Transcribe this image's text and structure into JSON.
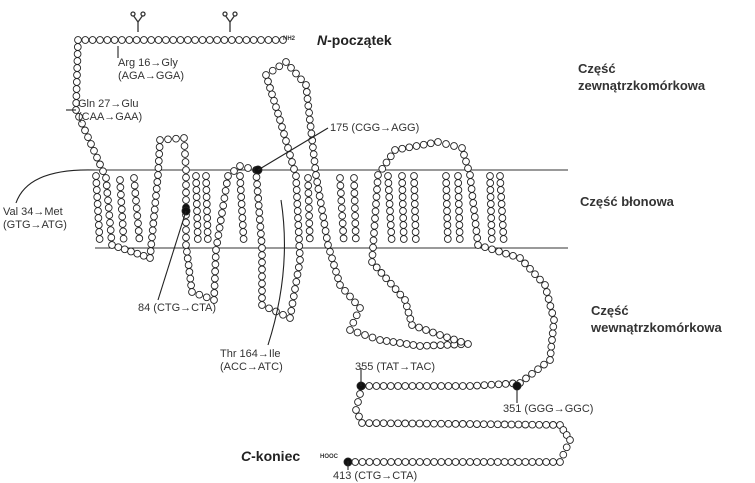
{
  "terminals": {
    "n_prefix": "N",
    "n_rest": "-początek",
    "n_code": "NH2",
    "c_prefix": "C",
    "c_rest": "-koniec",
    "c_code": "HOOC"
  },
  "regions": {
    "extracellular_1": "Część",
    "extracellular_2": "zewnątrzkomórkowa",
    "membrane": "Część błonowa",
    "intracellular_1": "Część",
    "intracellular_2": "wewnątrzkomórkowa"
  },
  "mutations": {
    "arg16_a": "Arg 16→Gly",
    "arg16_b": "(AGA→GGA)",
    "gln27_a": "Gln 27→Glu",
    "gln27_b": "(CAA→GAA)",
    "val34_a": "Val 34→Met",
    "val34_b": "(GTG→ATG)",
    "pos84": "84 (CTG→CTA)",
    "thr164_a": "Thr 164→Ile",
    "thr164_b": "(ACC→ATC)",
    "pos175": "175 (CGG→AGG)",
    "pos355": "355 (TAT→TAC)",
    "pos351": "351 (GGG→GGC)",
    "pos413": "413 (CTG→CTA)"
  },
  "colors": {
    "line": "#222222",
    "mutated_residue": "#111111",
    "residue_fill": "#ffffff"
  },
  "icons": [
    "glycosylation-site-icon",
    "residue-bead-icon"
  ]
}
